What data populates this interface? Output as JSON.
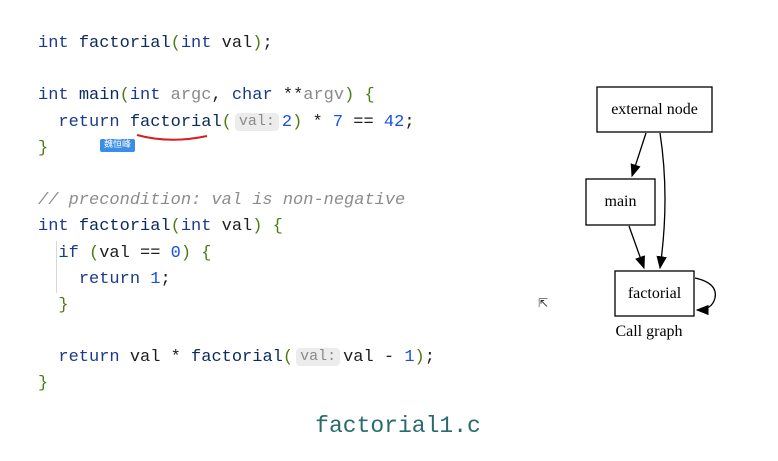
{
  "code": {
    "lines": [
      [
        [
          "kw",
          "int "
        ],
        [
          "fn",
          "factorial"
        ],
        [
          "br",
          "("
        ],
        [
          "kw",
          "int "
        ],
        [
          "op",
          "val"
        ],
        [
          "br",
          ")"
        ],
        [
          "op",
          ";"
        ]
      ],
      [],
      [
        [
          "kw",
          "int "
        ],
        [
          "fn",
          "main"
        ],
        [
          "br",
          "("
        ],
        [
          "kw",
          "int "
        ],
        [
          "param",
          "argc"
        ],
        [
          "op",
          ", "
        ],
        [
          "kw",
          "char "
        ],
        [
          "op",
          "**"
        ],
        [
          "param",
          "argv"
        ],
        [
          "br",
          ")"
        ],
        [
          "op",
          " "
        ],
        [
          "br",
          "{"
        ]
      ],
      [
        [
          "op",
          "  "
        ],
        [
          "kw",
          "return "
        ],
        [
          "fn",
          "factorial"
        ],
        [
          "br",
          "("
        ],
        [
          "hint",
          "val:"
        ],
        [
          "num",
          "2"
        ],
        [
          "br",
          ")"
        ],
        [
          "op",
          " * "
        ],
        [
          "num",
          "7"
        ],
        [
          "op",
          " == "
        ],
        [
          "num",
          "42"
        ],
        [
          "op",
          ";"
        ]
      ],
      [
        [
          "br",
          "}"
        ]
      ],
      [],
      [
        [
          "cm",
          "// precondition: val is non-negative"
        ]
      ],
      [
        [
          "kw",
          "int "
        ],
        [
          "fn",
          "factorial"
        ],
        [
          "br",
          "("
        ],
        [
          "kw",
          "int "
        ],
        [
          "op",
          "val"
        ],
        [
          "br",
          ")"
        ],
        [
          "op",
          " "
        ],
        [
          "br",
          "{"
        ]
      ],
      [
        [
          "op",
          "  "
        ],
        [
          "kw",
          "if "
        ],
        [
          "br",
          "("
        ],
        [
          "op",
          "val == "
        ],
        [
          "num",
          "0"
        ],
        [
          "br",
          ")"
        ],
        [
          "op",
          " "
        ],
        [
          "br",
          "{"
        ]
      ],
      [
        [
          "op",
          "    "
        ],
        [
          "kw",
          "return "
        ],
        [
          "num",
          "1"
        ],
        [
          "op",
          ";"
        ]
      ],
      [
        [
          "op",
          "  "
        ],
        [
          "br",
          "}"
        ]
      ],
      [],
      [
        [
          "op",
          "  "
        ],
        [
          "kw",
          "return "
        ],
        [
          "op",
          "val * "
        ],
        [
          "fn",
          "factorial"
        ],
        [
          "br",
          "("
        ],
        [
          "hint",
          "val:"
        ],
        [
          "op",
          "val - "
        ],
        [
          "num",
          "1"
        ],
        [
          "br",
          ")"
        ],
        [
          "op",
          ";"
        ]
      ],
      [
        [
          "br",
          "}"
        ]
      ]
    ]
  },
  "annotation_badge": "魏恒峰",
  "caption": "factorial1.c",
  "call_graph": {
    "nodes": [
      "external node",
      "main",
      "factorial"
    ],
    "edges": [
      [
        "external node",
        "main"
      ],
      [
        "external node",
        "factorial"
      ],
      [
        "main",
        "factorial"
      ],
      [
        "factorial",
        "factorial"
      ]
    ],
    "title": "Call graph"
  }
}
